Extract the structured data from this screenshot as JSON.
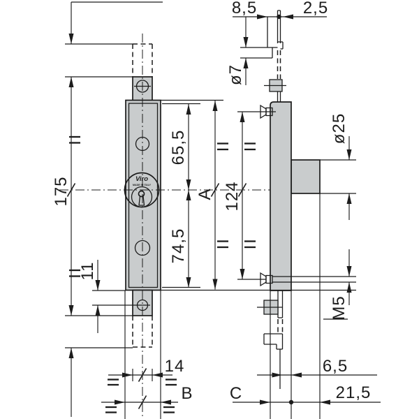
{
  "colors": {
    "line": "#1c1c1c",
    "fill": "#c9cccd",
    "background": "#ffffff"
  },
  "brand": {
    "name": "Viro",
    "origin": "MADE IN ITALY"
  },
  "front_view": {
    "labels": {
      "total_length": "175",
      "body_upper": "65,5",
      "body_lower": "74,5",
      "hole_offset": "11",
      "tailpiece_width": "14",
      "body_width": "B",
      "body_length": "A"
    }
  },
  "side_view": {
    "labels": {
      "rod_setback": "8,5",
      "rod_thickness": "2,5",
      "rod_diameter": "ø7",
      "cylinder_diameter": "ø25",
      "screw_spacing": "124",
      "thread": "M5",
      "rod_to_back": "6,5",
      "total_depth": "21,5",
      "mount_depth": "C"
    }
  }
}
